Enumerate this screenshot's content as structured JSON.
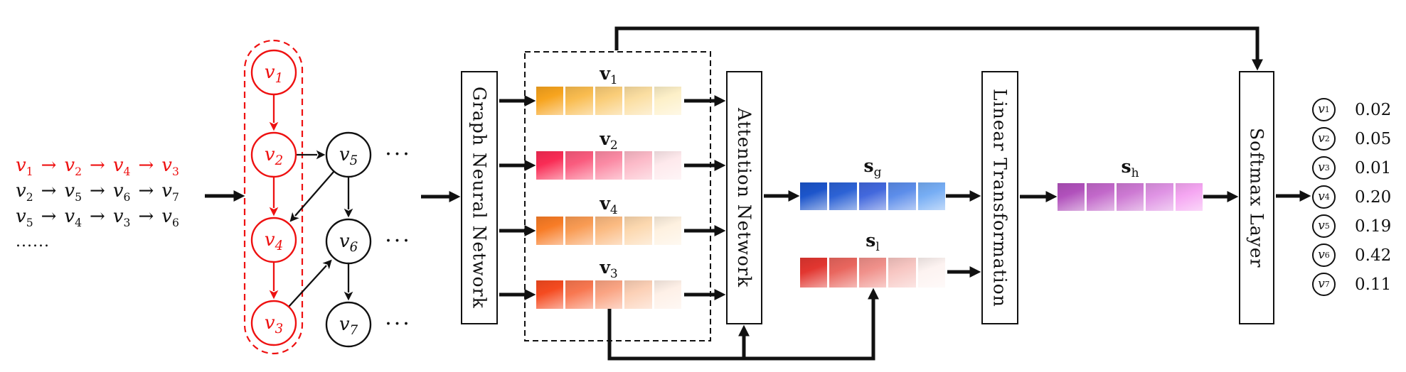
{
  "palette": {
    "red": "#EE1111",
    "black": "#111111",
    "background": "#FFFFFF"
  },
  "walks": {
    "arrow": "→",
    "lines": [
      {
        "tokens": [
          "v1",
          "v2",
          "v4",
          "v3"
        ],
        "color": "#EE1111"
      },
      {
        "tokens": [
          "v2",
          "v5",
          "v6",
          "v7"
        ],
        "color": "#111111"
      },
      {
        "tokens": [
          "v5",
          "v4",
          "v3",
          "v6"
        ],
        "color": "#111111"
      },
      {
        "text": "......",
        "color": "#111111"
      }
    ]
  },
  "graph": {
    "nodes": [
      {
        "id": "v1",
        "base": "v",
        "sub": "1",
        "color": "#EE1111"
      },
      {
        "id": "v2",
        "base": "v",
        "sub": "2",
        "color": "#EE1111"
      },
      {
        "id": "v4",
        "base": "v",
        "sub": "4",
        "color": "#EE1111"
      },
      {
        "id": "v3",
        "base": "v",
        "sub": "3",
        "color": "#EE1111"
      },
      {
        "id": "v5",
        "base": "v",
        "sub": "5",
        "color": "#111111"
      },
      {
        "id": "v6",
        "base": "v",
        "sub": "6",
        "color": "#111111"
      },
      {
        "id": "v7",
        "base": "v",
        "sub": "7",
        "color": "#111111"
      }
    ],
    "edges": [
      "v1→v2",
      "v2→v4",
      "v4→v3",
      "v2→v5",
      "v5→v4",
      "v5→v6",
      "v3→v6",
      "v6→v7"
    ],
    "highlighted_walk": [
      "v1",
      "v2",
      "v4",
      "v3"
    ],
    "ellipsis": "···"
  },
  "boxes": {
    "gnn": "Graph Neural Network",
    "attention": "Attention Network",
    "linear": "Linear Transformation",
    "softmax": "Softmax Layer"
  },
  "embeddings": {
    "rows": [
      {
        "label": {
          "base": "v",
          "sub": "1"
        },
        "colors": [
          "#F7A41E",
          "#F9BC4F",
          "#FACD78",
          "#FBDEA1",
          "#FDF0C8"
        ]
      },
      {
        "label": {
          "base": "v",
          "sub": "2"
        },
        "colors": [
          "#F92C55",
          "#FA5B7E",
          "#FB8AA4",
          "#FCBAC8",
          "#FEE9EC"
        ]
      },
      {
        "label": {
          "base": "v",
          "sub": "4"
        },
        "colors": [
          "#F87C26",
          "#F99B53",
          "#FBBA81",
          "#FCD8AF",
          "#FEF1E0"
        ]
      },
      {
        "label": {
          "base": "v",
          "sub": "3"
        },
        "colors": [
          "#F54B20",
          "#F87750",
          "#FAA483",
          "#FCD0B6",
          "#FEF0E7"
        ]
      }
    ]
  },
  "scores": {
    "sg": {
      "label": {
        "base": "s",
        "sub": "g"
      },
      "colors": [
        "#1C55CB",
        "#2C62D5",
        "#4268DD",
        "#5C8DEA",
        "#76ADF4"
      ]
    },
    "sl": {
      "label": {
        "base": "s",
        "sub": "l"
      },
      "colors": [
        "#E23630",
        "#E9665E",
        "#F0908A",
        "#F7C6C2",
        "#FDF3F1"
      ]
    },
    "sh": {
      "label": {
        "base": "s",
        "sub": "h"
      },
      "colors": [
        "#B151BC",
        "#C268CA",
        "#CD79D3",
        "#DF93E4",
        "#F5A6F2"
      ]
    }
  },
  "output": {
    "rows": [
      {
        "base": "v",
        "sub": "1",
        "value": "0.02"
      },
      {
        "base": "v",
        "sub": "2",
        "value": "0.05"
      },
      {
        "base": "v",
        "sub": "3",
        "value": "0.01"
      },
      {
        "base": "v",
        "sub": "4",
        "value": "0.20"
      },
      {
        "base": "v",
        "sub": "5",
        "value": "0.19"
      },
      {
        "base": "v",
        "sub": "6",
        "value": "0.42"
      },
      {
        "base": "v",
        "sub": "7",
        "value": "0.11"
      }
    ]
  }
}
